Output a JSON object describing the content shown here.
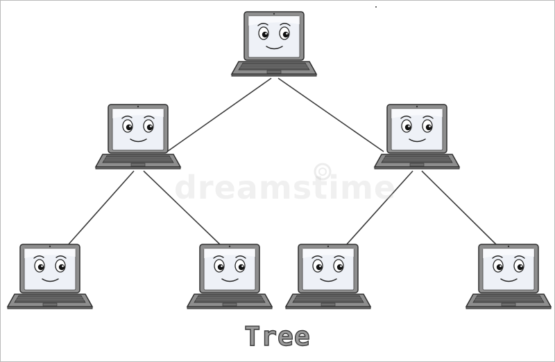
{
  "diagram": {
    "caption": "Tree",
    "watermark": "dreamstime",
    "colors": {
      "edge": "#3a3a3a",
      "laptop_body": "#8e8e8e",
      "laptop_outline": "#2e2e2e",
      "screen": "#eef1f7",
      "keyboard": "#5a5a5a"
    },
    "nodes": [
      {
        "id": "root",
        "icon": "laptop-icon",
        "level": 0
      },
      {
        "id": "left-child",
        "icon": "laptop-icon",
        "level": 1
      },
      {
        "id": "right-child",
        "icon": "laptop-icon",
        "level": 1
      },
      {
        "id": "left-left-leaf",
        "icon": "laptop-icon",
        "level": 2
      },
      {
        "id": "left-right-leaf",
        "icon": "laptop-icon",
        "level": 2
      },
      {
        "id": "right-left-leaf",
        "icon": "laptop-icon",
        "level": 2
      },
      {
        "id": "right-right-leaf",
        "icon": "laptop-icon",
        "level": 2
      }
    ],
    "edges": [
      {
        "from": "root",
        "to": "left-child"
      },
      {
        "from": "root",
        "to": "right-child"
      },
      {
        "from": "left-child",
        "to": "left-left-leaf"
      },
      {
        "from": "left-child",
        "to": "left-right-leaf"
      },
      {
        "from": "right-child",
        "to": "right-left-leaf"
      },
      {
        "from": "right-child",
        "to": "right-right-leaf"
      }
    ]
  }
}
